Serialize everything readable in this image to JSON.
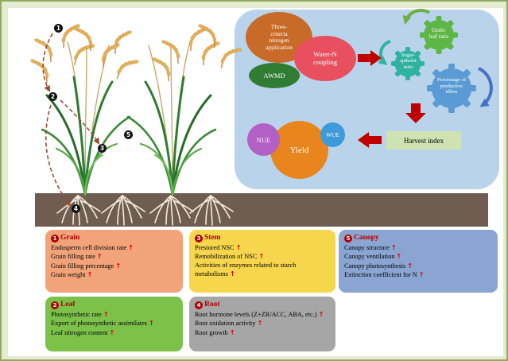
{
  "flow": {
    "three_criteria": "Three-\ncriteria\nnitrogen\napplication",
    "awmd": "AWMD",
    "water_n": "Water-N\ncoupling",
    "grain_leaf_ratio": "Grain-\nleaf ratio",
    "sugar_spikelet_ratio": "Sugar-\nspikelet\nratio",
    "productive_tillers": "Percentage of\nproductive\ntillers",
    "harvest_index": "Harvest index",
    "yield": "Yield",
    "nue": "NUE",
    "wue": "WUE"
  },
  "glyphs": {
    "up": "↑"
  },
  "plant_markers": [
    "1",
    "2",
    "3",
    "4",
    "5"
  ],
  "panels": [
    {
      "num": "1",
      "name": "Grain",
      "items": [
        "Endosperm cell division rate",
        "Grain filling rate",
        "Grain filling percentage",
        "Grain weight"
      ]
    },
    {
      "num": "3",
      "name": "Stem",
      "items": [
        "Prestored NSC",
        "Remobilization of NSC",
        "Activities of enzymes related to starch metabolisms"
      ]
    },
    {
      "num": "5",
      "name": "Canopy",
      "items": [
        "Canopy structure",
        "Canopy ventilation",
        "Canopy photosynthesis",
        "Extinction coefficient for N"
      ]
    },
    {
      "num": "2",
      "name": "Leaf",
      "items": [
        "Photosynthetic rate",
        "Export of photosynthetic assimilates",
        "Leaf nitrogen content"
      ]
    },
    {
      "num": "4",
      "name": "Root",
      "items": [
        "Root hormone levels (Z+ZR/ACC, ABA, etc.)",
        "Root oxidation activity",
        "Root growth"
      ]
    }
  ],
  "colors": {
    "frame": "#93a963",
    "flow_panel_bg": "#b9d4ea",
    "three_criteria": "#c96b28",
    "awmd": "#2f7d33",
    "water_n": "#e8505f",
    "grain_leaf_gear": "#5fb648",
    "sugar_spikelet_gear": "#2fb3a0",
    "tillers_gear": "#5b9bd5",
    "harvest_index_bg": "#cfe3b2",
    "yield": "#e8851c",
    "nue": "#b25fc6",
    "wue": "#3f9ada",
    "grain_panel": "#f2a379",
    "stem_panel": "#f6d64d",
    "canopy_panel": "#8aa5d2",
    "leaf_panel": "#7cc24a",
    "root_panel": "#a6a6a6",
    "accent_red": "#c00000"
  }
}
